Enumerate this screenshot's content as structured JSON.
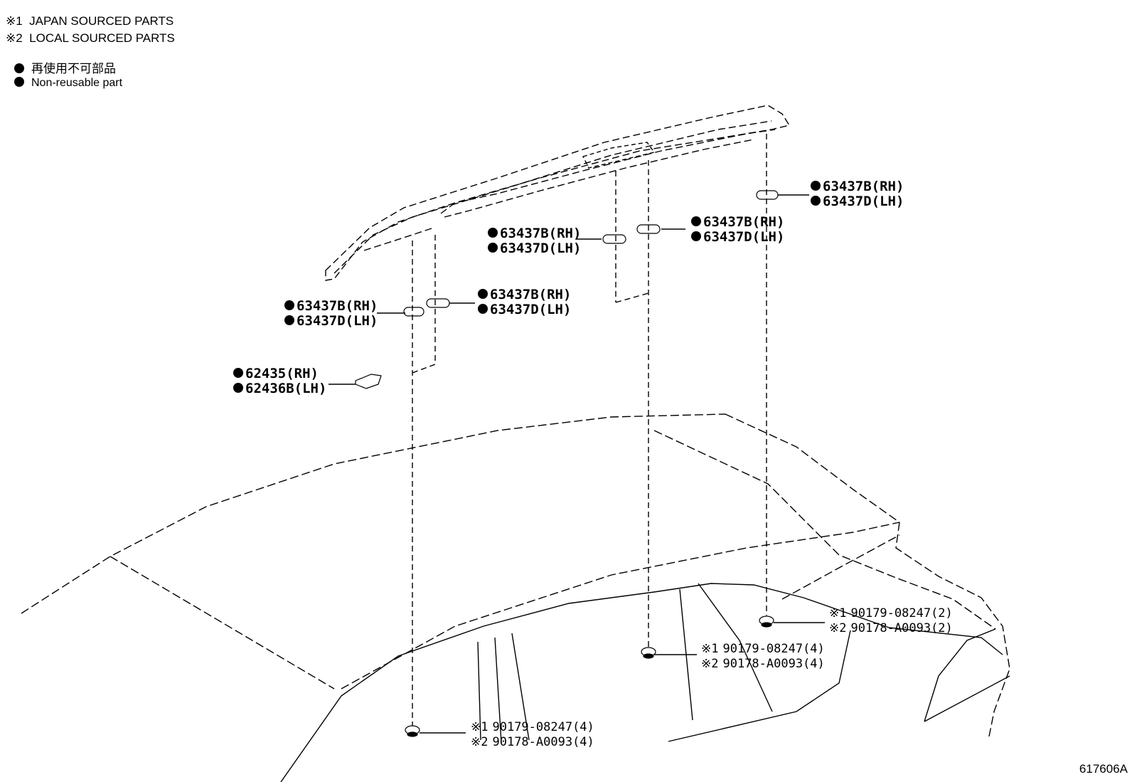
{
  "legend": {
    "note1_mark": "※1",
    "note1_text": "JAPAN SOURCED PARTS",
    "note2_mark": "※2",
    "note2_text": "LOCAL SOURCED PARTS",
    "nonreusable_jp": "再使用不可部品",
    "nonreusable_en": "Non-reusable part"
  },
  "parts": {
    "clip_right_rh": "63437B(RH)",
    "clip_right_lh": "63437D(LH)",
    "clip_mid_right_rh": "63437B(RH)",
    "clip_mid_right_lh": "63437D(LH)",
    "clip_mid_left_rh": "63437B(RH)",
    "clip_mid_left_lh": "63437D(LH)",
    "clip_left_a_rh": "63437B(RH)",
    "clip_left_a_lh": "63437D(LH)",
    "clip_left_b_rh": "63437B(RH)",
    "clip_left_b_lh": "63437D(LH)",
    "cover_rh": "62435(RH)",
    "cover_lh": "62436B(LH)"
  },
  "fasteners": {
    "rear": {
      "mark1": "※1",
      "num1": "90179-08247(2)",
      "mark2": "※2",
      "num2": "90178-A0093(2)"
    },
    "middle": {
      "mark1": "※1",
      "num1": "90179-08247(4)",
      "mark2": "※2",
      "num2": "90178-A0093(4)"
    },
    "front": {
      "mark1": "※1",
      "num1": "90179-08247(4)",
      "mark2": "※2",
      "num2": "90178-A0093(4)"
    }
  },
  "drawing_code": "617606A"
}
